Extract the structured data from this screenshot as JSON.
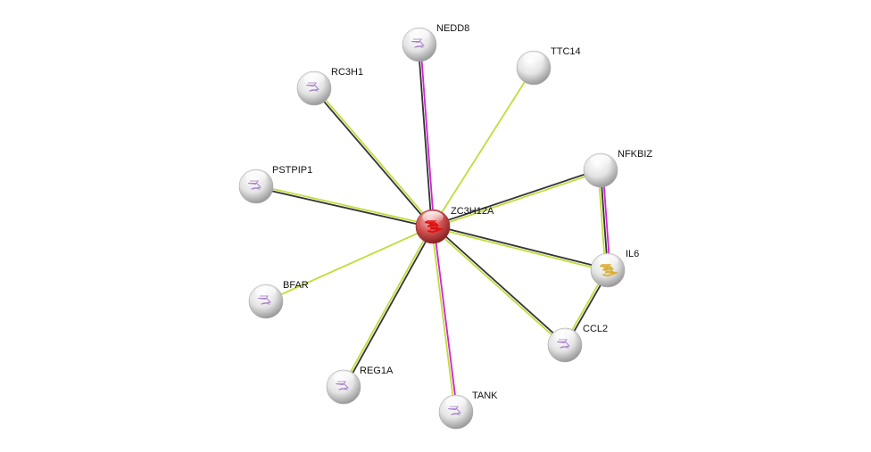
{
  "network": {
    "center": "ZC3H12A",
    "nodes": [
      {
        "id": "ZC3H12A",
        "label": "ZC3H12A",
        "query": true
      },
      {
        "id": "NEDD8",
        "label": "NEDD8",
        "structure": true
      },
      {
        "id": "TTC14",
        "label": "TTC14",
        "structure": false
      },
      {
        "id": "RC3H1",
        "label": "RC3H1",
        "structure": true
      },
      {
        "id": "NFKBIZ",
        "label": "NFKBIZ",
        "structure": false
      },
      {
        "id": "PSTPIP1",
        "label": "PSTPIP1",
        "structure": true
      },
      {
        "id": "IL6",
        "label": "IL6",
        "structure": true
      },
      {
        "id": "BFAR",
        "label": "BFAR",
        "structure": true
      },
      {
        "id": "CCL2",
        "label": "CCL2",
        "structure": true
      },
      {
        "id": "REG1A",
        "label": "REG1A",
        "structure": true
      },
      {
        "id": "TANK",
        "label": "TANK",
        "structure": true
      }
    ],
    "edges": [
      {
        "source": "ZC3H12A",
        "target": "NEDD8",
        "evidence": [
          "coexpression",
          "experiments"
        ]
      },
      {
        "source": "ZC3H12A",
        "target": "TTC14",
        "evidence": [
          "textmining"
        ]
      },
      {
        "source": "ZC3H12A",
        "target": "RC3H1",
        "evidence": [
          "coexpression",
          "textmining"
        ]
      },
      {
        "source": "ZC3H12A",
        "target": "PSTPIP1",
        "evidence": [
          "coexpression",
          "textmining"
        ]
      },
      {
        "source": "ZC3H12A",
        "target": "NFKBIZ",
        "evidence": [
          "coexpression",
          "textmining"
        ]
      },
      {
        "source": "ZC3H12A",
        "target": "IL6",
        "evidence": [
          "coexpression",
          "textmining"
        ]
      },
      {
        "source": "ZC3H12A",
        "target": "BFAR",
        "evidence": [
          "textmining"
        ]
      },
      {
        "source": "ZC3H12A",
        "target": "CCL2",
        "evidence": [
          "coexpression",
          "textmining"
        ]
      },
      {
        "source": "ZC3H12A",
        "target": "REG1A",
        "evidence": [
          "coexpression",
          "textmining"
        ]
      },
      {
        "source": "ZC3H12A",
        "target": "TANK",
        "evidence": [
          "experiments",
          "textmining"
        ]
      },
      {
        "source": "NFKBIZ",
        "target": "IL6",
        "evidence": [
          "experiments",
          "coexpression",
          "textmining"
        ]
      },
      {
        "source": "IL6",
        "target": "CCL2",
        "evidence": [
          "coexpression",
          "textmining"
        ]
      }
    ]
  },
  "colors": {
    "coexpression": "#333333",
    "experiments": "#d321d8",
    "textmining": "#c3dc3a",
    "query_node": "#d04040",
    "node": "#e6e6e6",
    "structure_default": "#a77ec9",
    "structure_IL6": "#d9b13b",
    "structure_query": "#e01010"
  }
}
